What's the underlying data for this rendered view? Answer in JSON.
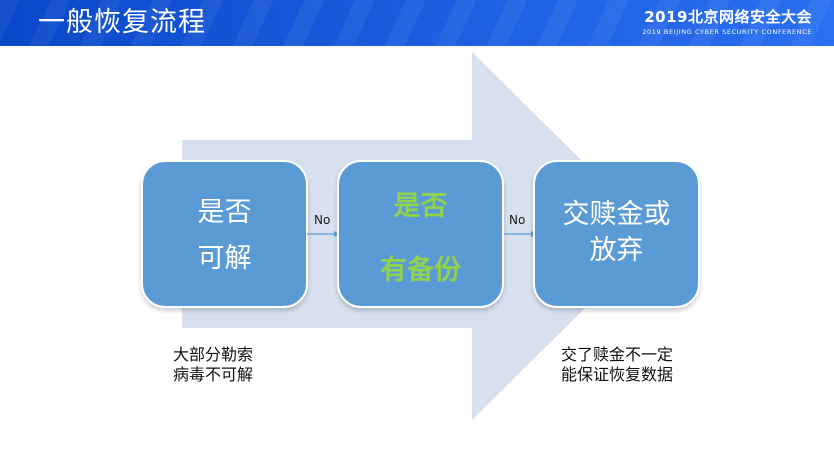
{
  "header": {
    "title": "一般恢复流程",
    "conference_name": "2019北京网络安全大会",
    "conference_subtitle": "2019 BEIJING CYBER SECURITY CONFERENCE"
  },
  "steps": [
    {
      "lines": [
        "是否",
        "可解"
      ],
      "emphasis": false
    },
    {
      "lines": [
        "是否",
        "有备份"
      ],
      "emphasis": true
    },
    {
      "lines": [
        "交赎金或",
        "放弃"
      ],
      "emphasis": false
    }
  ],
  "connectors": [
    {
      "label": "No"
    },
    {
      "label": "No"
    }
  ],
  "notes": {
    "left": [
      "大部分勒索",
      "病毒不可解"
    ],
    "right": [
      "交了赎金不一定",
      "能保证恢复数据"
    ]
  },
  "colors": {
    "header_blue": "#1d5fe0",
    "box_fill": "#5b9bd5",
    "arrow_fill": "#d6e0ef",
    "emphasis_text": "#92d050"
  }
}
